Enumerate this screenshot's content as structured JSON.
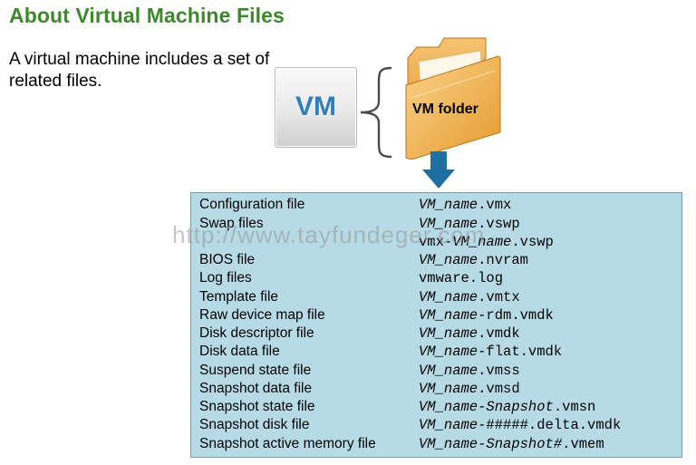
{
  "title": "About Virtual Machine Files",
  "intro": "A virtual machine includes a set of related files.",
  "vm_label": "VM",
  "folder_label": "VM folder",
  "watermark": "http://www.tayfundeger.com",
  "files": [
    {
      "label": "Configuration file",
      "value": [
        {
          "t": "VM_name",
          "i": true
        },
        {
          "t": ".vmx",
          "i": false
        }
      ]
    },
    {
      "label": "Swap files",
      "value": [
        {
          "t": "VM_name",
          "i": true
        },
        {
          "t": ".vswp",
          "i": false
        }
      ],
      "value2": [
        {
          "t": "vmx-",
          "i": false
        },
        {
          "t": "VM_name",
          "i": true
        },
        {
          "t": ".vswp",
          "i": false
        }
      ]
    },
    {
      "label": "BIOS file",
      "value": [
        {
          "t": "VM_name",
          "i": true
        },
        {
          "t": ".nvram",
          "i": false
        }
      ]
    },
    {
      "label": "Log files",
      "value": [
        {
          "t": "vmware.log",
          "i": false
        }
      ]
    },
    {
      "label": "Template file",
      "value": [
        {
          "t": "VM_name",
          "i": true
        },
        {
          "t": ".vmtx",
          "i": false
        }
      ]
    },
    {
      "label": "Raw device map file",
      "value": [
        {
          "t": "VM_name",
          "i": true
        },
        {
          "t": "-rdm.vmdk",
          "i": false
        }
      ]
    },
    {
      "label": "Disk descriptor file",
      "value": [
        {
          "t": "VM_name",
          "i": true
        },
        {
          "t": ".vmdk",
          "i": false
        }
      ]
    },
    {
      "label": "Disk data file",
      "value": [
        {
          "t": "VM_name",
          "i": true
        },
        {
          "t": "-flat.vmdk",
          "i": false
        }
      ]
    },
    {
      "label": "Suspend state file",
      "value": [
        {
          "t": "VM_name",
          "i": true
        },
        {
          "t": ".vmss",
          "i": false
        }
      ]
    },
    {
      "label": "Snapshot data file",
      "value": [
        {
          "t": "VM_name",
          "i": true
        },
        {
          "t": ".vmsd",
          "i": false
        }
      ]
    },
    {
      "label": "Snapshot state file",
      "value": [
        {
          "t": "VM_name",
          "i": true
        },
        {
          "t": "-Snapshot",
          "i": true
        },
        {
          "t": ".vmsn",
          "i": false
        }
      ]
    },
    {
      "label": "Snapshot disk file",
      "value": [
        {
          "t": "VM_name",
          "i": true
        },
        {
          "t": "-#####.delta.vmdk",
          "i": false
        }
      ]
    },
    {
      "label": "Snapshot active memory file",
      "value": [
        {
          "t": "VM_name",
          "i": true
        },
        {
          "t": "-Snapshot#",
          "i": true
        },
        {
          "t": ".vmem",
          "i": false
        }
      ]
    }
  ],
  "colors": {
    "title": "#3a8a2a",
    "vm_text": "#2d7fbf",
    "panel": "#b7dbe6",
    "arrow": "#1f6fa0",
    "folder": "#f2b04a"
  }
}
